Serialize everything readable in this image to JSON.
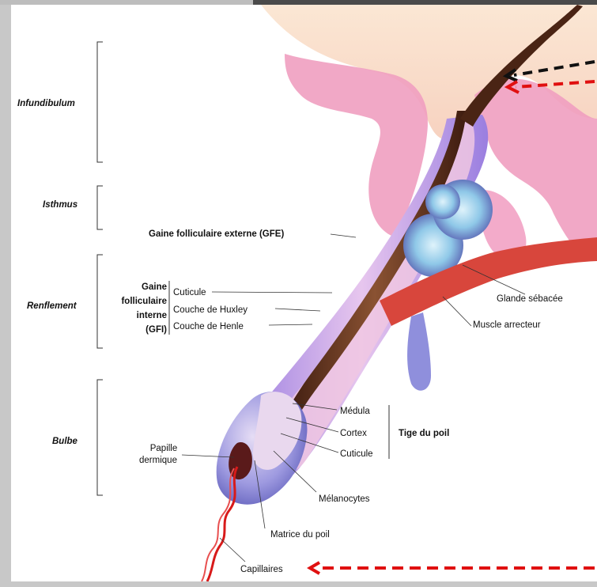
{
  "regions": {
    "infundibulum": "Infundibulum",
    "isthmus": "Isthmus",
    "renflement": "Renflement",
    "bulbe": "Bulbe"
  },
  "labels": {
    "gfe": "Gaine folliculaire externe (GFE)",
    "gfi_line1": "Gaine",
    "gfi_line2": "folliculaire",
    "gfi_line3": "interne",
    "gfi_line4": "(GFI)",
    "cuticule_gfi": "Cuticule",
    "huxley": "Couche de Huxley",
    "henle": "Couche de Henle",
    "glande": "Glande sébacée",
    "muscle": "Muscle arrecteur",
    "medula": "Médula",
    "cortex": "Cortex",
    "cuticule_tige": "Cuticule",
    "tige": "Tige du poil",
    "papille_1": "Papille",
    "papille_2": "dermique",
    "melanocytes": "Mélanocytes",
    "matrice": "Matrice du poil",
    "capillaires": "Capillaires"
  },
  "colors": {
    "pointer_black": "#111111",
    "pointer_red": "#e01010",
    "skin": "#f3c7c9",
    "sheath_blue": "#8f8fdc",
    "shaft_brown": "#5a2e1a",
    "muscle_red": "#d8463c"
  }
}
